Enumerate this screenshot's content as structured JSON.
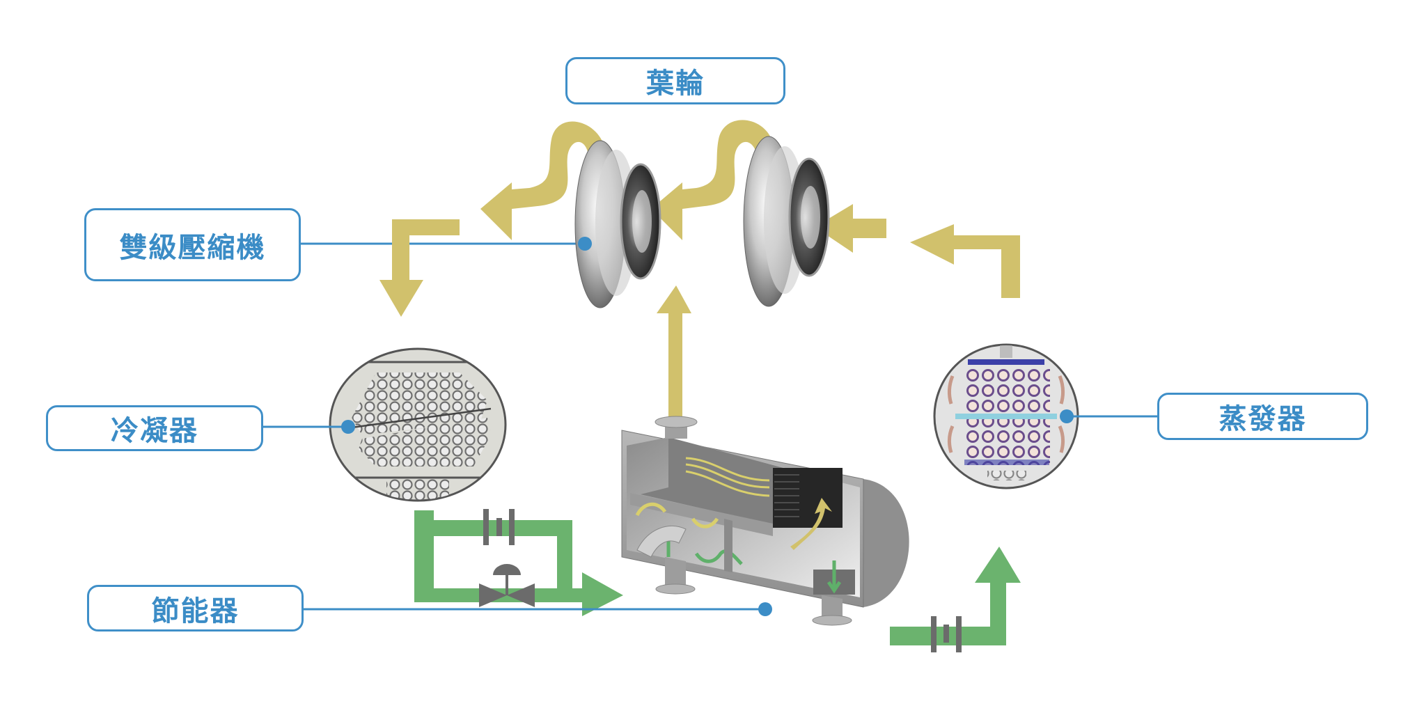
{
  "labels": {
    "impeller": "葉輪",
    "compressor": "雙級壓縮機",
    "condenser": "冷凝器",
    "economizer": "節能器",
    "evaporator": "蒸發器"
  },
  "colors": {
    "label_blue": "#3c8dc6",
    "refrigerant_vapor": "#d1c16c",
    "refrigerant_liquid": "#6bb36e",
    "valve_gray": "#6b6b6b",
    "metal": "#a9a9a9"
  }
}
